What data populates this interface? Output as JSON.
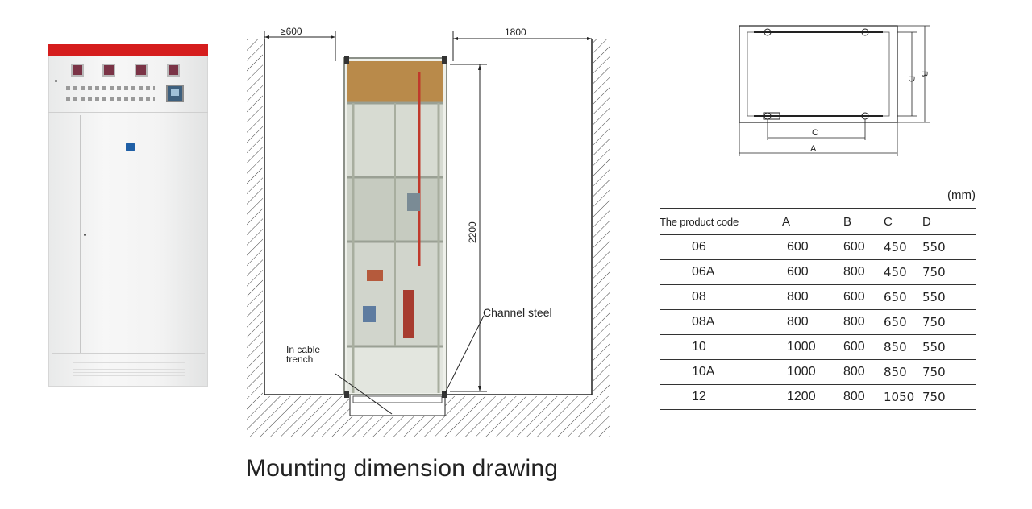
{
  "front_view": {
    "dim_side_gap": "≥600",
    "dim_rear_gap": "1800",
    "dim_height": "2200",
    "label_in_cable_trench": [
      "In cable",
      "trench"
    ],
    "label_channel_steel": "Channel steel"
  },
  "plan_view": {
    "labels": {
      "a": "A",
      "b": "B",
      "c": "C",
      "d": "D"
    }
  },
  "dimension_table": {
    "unit": "(mm)",
    "columns": [
      "The product code",
      "A",
      "B",
      "C",
      "D"
    ],
    "rows": [
      [
        "06",
        "600",
        "600",
        "450",
        "550"
      ],
      [
        "06A",
        "600",
        "800",
        "450",
        "750"
      ],
      [
        "08",
        "800",
        "600",
        "650",
        "550"
      ],
      [
        "08A",
        "800",
        "800",
        "650",
        "750"
      ],
      [
        "10",
        "1000",
        "600",
        "850",
        "550"
      ],
      [
        "10A",
        "1000",
        "800",
        "850",
        "750"
      ],
      [
        "12",
        "1200",
        "800",
        "1050",
        "750"
      ]
    ]
  },
  "caption": "Mounting dimension drawing",
  "colors": {
    "cabinet_top": "#d51d1d",
    "line": "#222222",
    "panel_frame": "#c8ccc4"
  }
}
